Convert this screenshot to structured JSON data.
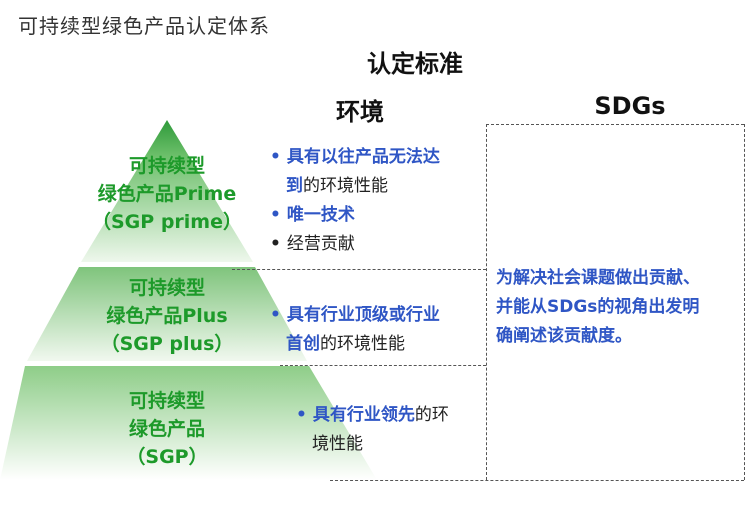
{
  "title": "可持续型绿色产品认定体系",
  "criteria_header": "认定标准",
  "columns": {
    "environment": "环境",
    "sdgs": "SDGs"
  },
  "colors": {
    "green": "#1d9a2a",
    "blue": "#2f56c5",
    "pyramid_top": "#2e9a3a",
    "pyramid_light": "#eef7ec"
  },
  "tiers": [
    {
      "name_line1": "可持续型",
      "name_line2": "绿色产品Prime",
      "name_line3": "（SGP prime）",
      "bullets": [
        {
          "blue": "具有以往产品无法达",
          "cont_blue": "到",
          "black": "的环境性能"
        },
        {
          "blue": "唯一技术",
          "black": ""
        },
        {
          "blue": "",
          "black": "经营贡献"
        }
      ]
    },
    {
      "name_line1": "可持续型",
      "name_line2": "绿色产品Plus",
      "name_line3": "（SGP plus）",
      "bullets": [
        {
          "blue": "具有行业顶级或行业",
          "cont_blue": "首创",
          "black": "的环境性能"
        }
      ]
    },
    {
      "name_line1": "可持续型",
      "name_line2": "绿色产品",
      "name_line3": "（SGP）",
      "bullets": [
        {
          "blue": "具有行业领先",
          "black": "的环",
          "cont_black": "境性能"
        }
      ]
    }
  ],
  "sdgs_text": {
    "line1": "为解决社会课题做出贡献、",
    "line2": "并能从SDGs的视角出发明",
    "line3": "确阐述该贡献度。"
  }
}
